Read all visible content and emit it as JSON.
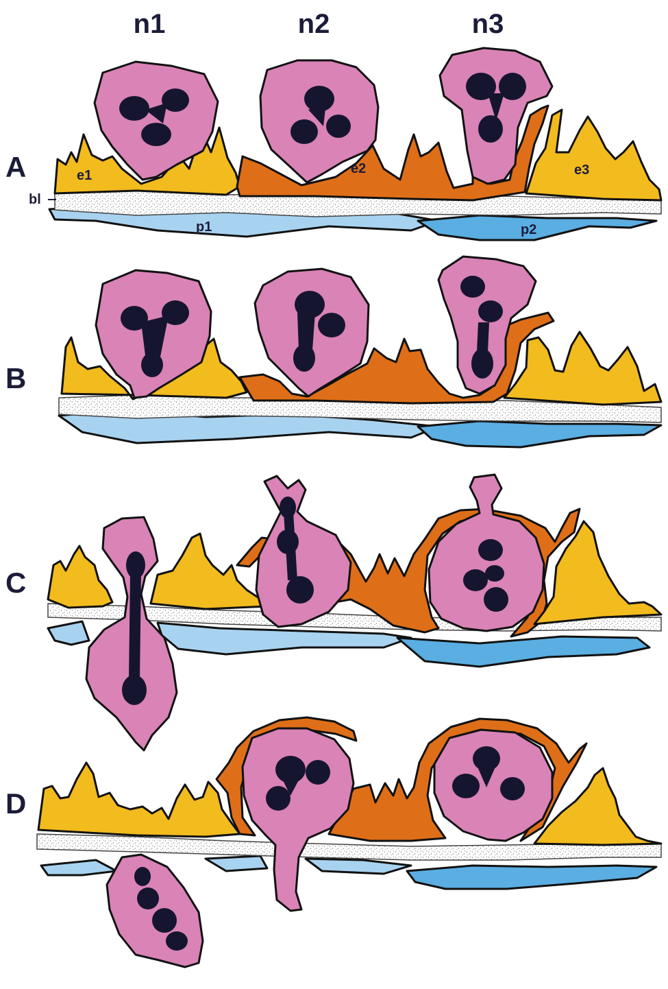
{
  "columns": [
    "n1",
    "n2",
    "n3"
  ],
  "rows": [
    "A",
    "B",
    "C",
    "D"
  ],
  "labels": {
    "bl": "bl",
    "e1": "e1",
    "e2": "e2",
    "e3": "e3",
    "p1": "p1",
    "p2": "p2"
  },
  "colors": {
    "neutrophil": "#d983b7",
    "nucleus": "#161530",
    "endothelium_light": "#f2bb1e",
    "endothelium_dark": "#de6f18",
    "basal_lamina_speckle": "#8a8a8a",
    "pericyte_light": "#a8d3f0",
    "pericyte_dark": "#5aaee2",
    "label": "#1c1c3a"
  },
  "icons": {
    "neutrophil": "neutrophil-cell-shape",
    "nucleus": "multilobed-nucleus-shape",
    "endothelium": "jagged-endothelial-layer",
    "pericyte": "pericyte-band"
  }
}
